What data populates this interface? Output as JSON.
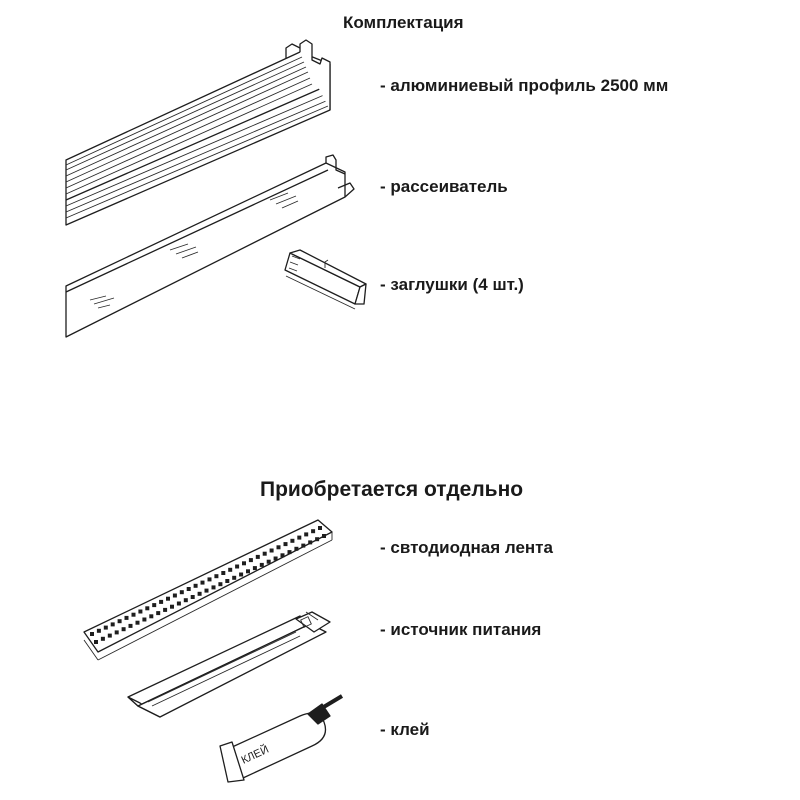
{
  "kit": {
    "title": "Комплектация",
    "items": [
      {
        "label": "- алюминиевый профиль 2500 мм",
        "icon": "aluminum-profile-icon"
      },
      {
        "label": "- рассеиватель",
        "icon": "diffuser-icon"
      },
      {
        "label": "- заглушки (4 шт.)",
        "icon": "end-caps-icon"
      }
    ]
  },
  "separately": {
    "title": "Приобретается отдельно",
    "items": [
      {
        "label": "- свтодиодная лента",
        "icon": "led-strip-icon"
      },
      {
        "label": "- источник питания",
        "icon": "power-supply-icon"
      },
      {
        "label": "- клей",
        "icon": "glue-tube-icon"
      }
    ],
    "glue_tube_text": "КЛЕЙ"
  }
}
